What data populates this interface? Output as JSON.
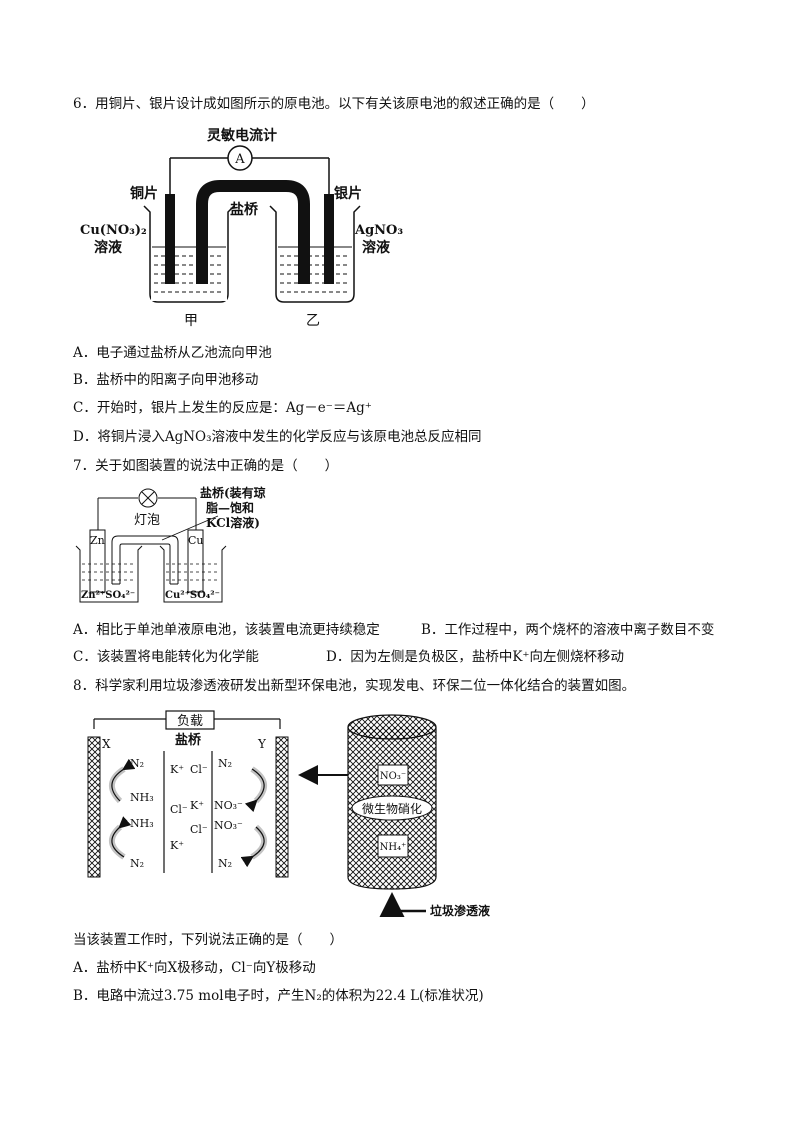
{
  "q6": {
    "stem": "6．用铜片、银片设计成如图所示的原电池。以下有关该原电池的叙述正确的是（　　）",
    "figure": {
      "galvanometer_label": "灵敏电流计",
      "meter_symbol": "A",
      "left_electrode": "铜片",
      "right_electrode": "银片",
      "salt_bridge": "盐桥",
      "left_solution_formula": "Cu(NO₃)₂",
      "left_solution_word": "溶液",
      "right_solution_formula": "AgNO₃",
      "right_solution_word": "溶液",
      "left_cell": "甲",
      "right_cell": "乙"
    },
    "options": {
      "A": "A．电子通过盐桥从乙池流向甲池",
      "B": "B．盐桥中的阳离子向甲池移动",
      "C": "C．开始时，银片上发生的反应是：Ag－e⁻＝Ag⁺",
      "D": "D．将铜片浸入AgNO₃溶液中发生的化学反应与该原电池总反应相同"
    }
  },
  "q7": {
    "stem": "7．关于如图装置的说法中正确的是（　　）",
    "figure": {
      "bulb_label": "灯泡",
      "bridge_label_1": "盐桥(装有琼",
      "bridge_label_2": "脂—饱和",
      "bridge_label_3": "KCl溶液)",
      "left_electrode": "Zn",
      "right_electrode": "Cu",
      "left_ions": "Zn²⁺SO₄²⁻",
      "right_ions": "Cu²⁺SO₄²⁻"
    },
    "options": {
      "A": "A．相比于单池单液原电池，该装置电流更持续稳定",
      "B": "B．工作过程中，两个烧杯的溶液中离子数目不变",
      "C": "C．该装置将电能转化为化学能",
      "D": "D．因为左侧是负极区，盐桥中K⁺向左侧烧杯移动"
    }
  },
  "q8": {
    "stem": "8．科学家利用垃圾渗透液研发出新型环保电池，实现发电、环保二位一体化结合的装置如图。",
    "figure": {
      "load": "负载",
      "left_electrode": "X",
      "right_electrode": "Y",
      "salt_bridge": "盐桥",
      "n2": "N₂",
      "nh3": "NH₃",
      "k_plus": "K⁺",
      "cl_minus": "Cl⁻",
      "no3_minus": "NO₃⁻",
      "nitrification": "微生物硝化",
      "nh4_plus": "NH₄⁺",
      "leachate": "垃圾渗透液"
    },
    "stem2": "当该装置工作时，下列说法正确的是（　　）",
    "options": {
      "A": "A．盐桥中K⁺向X极移动，Cl⁻向Y极移动",
      "B": "B．电路中流过3.75 mol电子时，产生N₂的体积为22.4 L(标准状况)"
    }
  }
}
